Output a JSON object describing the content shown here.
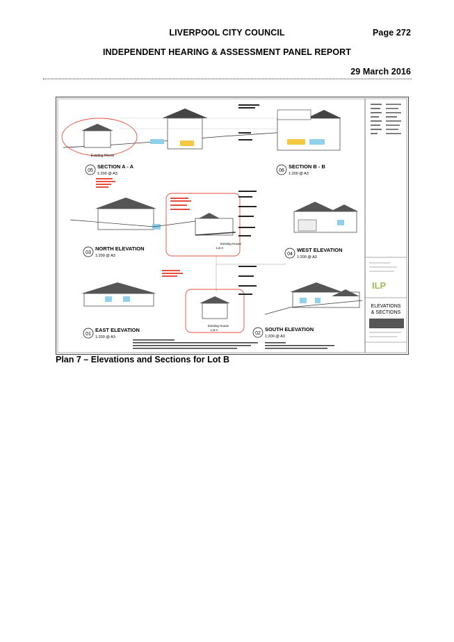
{
  "header": {
    "council": "LIVERPOOL CITY COUNCIL",
    "page": "Page 272",
    "report": "INDEPENDENT HEARING & ASSESSMENT PANEL REPORT",
    "date": "29 March 2016"
  },
  "drawing": {
    "views": [
      {
        "num": "05",
        "title": "SECTION A - A",
        "scale": "1:200 @ A3"
      },
      {
        "num": "06",
        "title": "SECTION B - B",
        "scale": "1:200 @ A3"
      },
      {
        "num": "03",
        "title": "NORTH ELEVATION",
        "scale": "1:200 @ A3"
      },
      {
        "num": "04",
        "title": "WEST ELEVATION",
        "scale": "1:200 @ A3"
      },
      {
        "num": "01",
        "title": "EAST ELEVATION",
        "scale": "1:200 @ A3"
      },
      {
        "num": "02",
        "title": "SOUTH ELEVATION",
        "scale": "1:200 @ A3"
      }
    ],
    "existing_house": "Existing House",
    "lot": "Lot A",
    "title_block": {
      "sheet_title_1": "ELEVATIONS",
      "sheet_title_2": "& SECTIONS"
    }
  },
  "caption": "Plan 7 – Elevations and Sections for Lot B"
}
